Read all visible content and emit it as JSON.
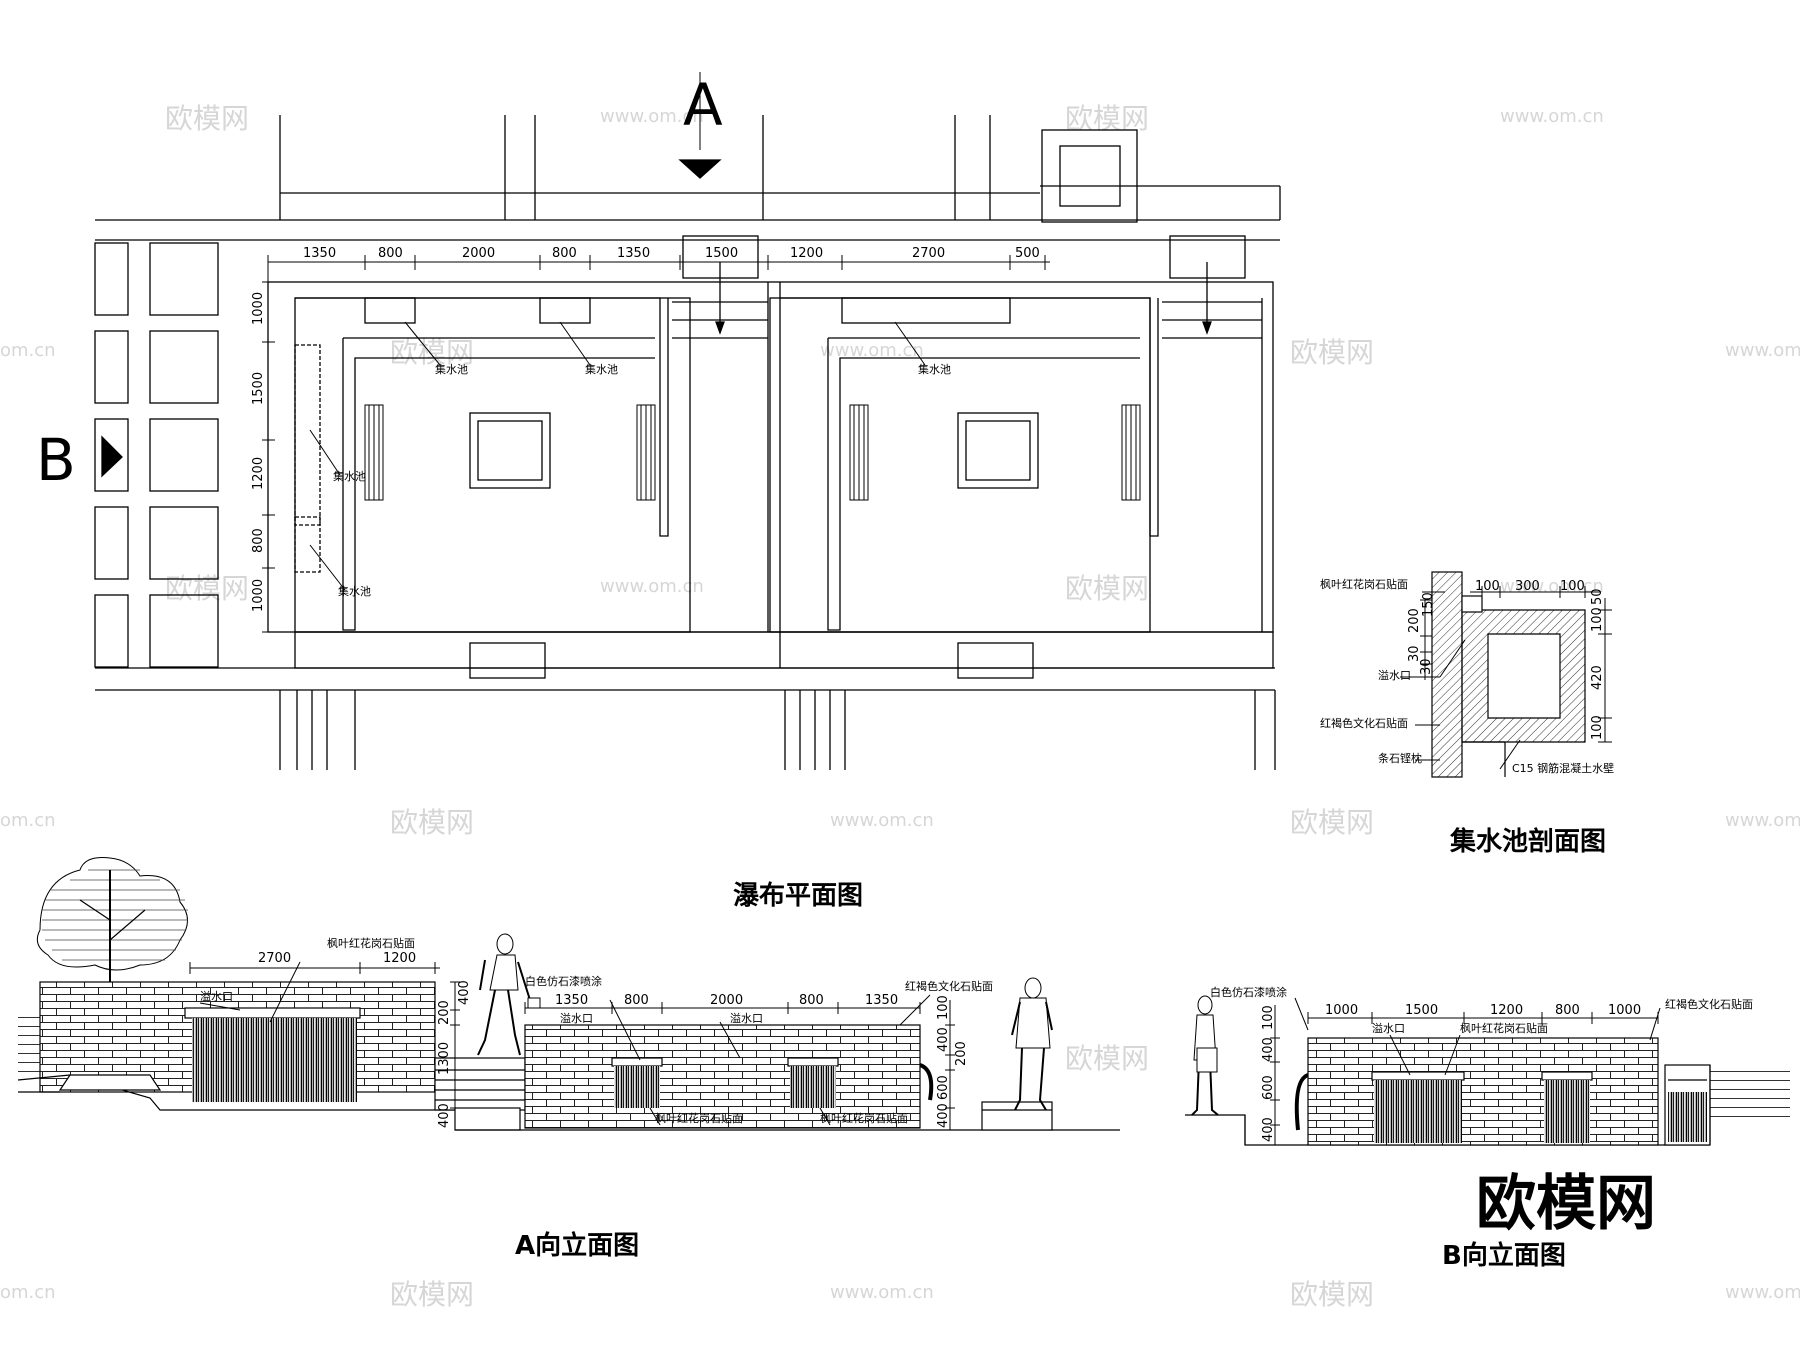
{
  "watermarks": {
    "brand": "欧模网",
    "url": "www.om.cn",
    "url_short": "om.cn"
  },
  "brand_logo": "欧模网",
  "plan": {
    "title": "瀑布平面图",
    "section_a_letter": "A",
    "section_b_letter": "B",
    "dims_top": [
      "1350",
      "800",
      "2000",
      "800",
      "1350",
      "1500",
      "1200",
      "2700",
      "500"
    ],
    "dims_left": [
      "1000",
      "1500",
      "1200",
      "800",
      "1000"
    ],
    "pool_label": "集水池"
  },
  "section": {
    "title": "集水池剖面图",
    "labels": [
      "枫叶红花岗石贴面",
      "溢水口",
      "红褐色文化石贴面",
      "条石铿枕",
      "C15 钢筋混凝土水壁"
    ],
    "dims_top": [
      "100",
      "300",
      "100"
    ],
    "dims_left": [
      "200",
      "150",
      "30",
      "30"
    ],
    "dims_right": [
      "50",
      "100",
      "420",
      "100"
    ]
  },
  "elev_a": {
    "title": "A向立面图",
    "dims_top_left": [
      "2700",
      "1200"
    ],
    "dims_top_right": [
      "1350",
      "800",
      "2000",
      "800",
      "1350"
    ],
    "dims_mid": [
      "400",
      "200",
      "1300",
      "400"
    ],
    "dims_right": [
      "100",
      "400",
      "200",
      "600",
      "400"
    ],
    "labels": {
      "granite": "枫叶红花岗石贴面",
      "overflow": "溢水口",
      "white_paint": "白色仿石漆喷涂",
      "culture_stone": "红褐色文化石贴面"
    }
  },
  "elev_b": {
    "title": "B向立面图",
    "dims_top": [
      "1000",
      "1500",
      "1200",
      "800",
      "1000"
    ],
    "dims_left": [
      "100",
      "400",
      "600",
      "400"
    ],
    "labels": {
      "white_paint": "白色仿石漆喷涂",
      "overflow": "溢水口",
      "granite": "枫叶红花岗石贴面",
      "culture_stone": "红褐色文化石贴面"
    }
  }
}
